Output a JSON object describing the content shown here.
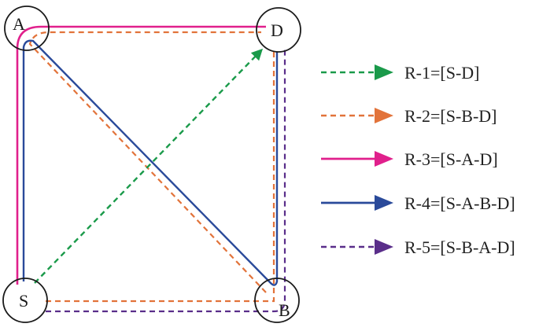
{
  "nodes": {
    "A": "A",
    "D": "D",
    "S": "S",
    "B": "B"
  },
  "routes": [
    {
      "id": "r1",
      "label": "R-1=[S-D]",
      "color": "#1a9a4a",
      "style": "dashed"
    },
    {
      "id": "r2",
      "label": "R-2=[S-B-D]",
      "color": "#e2733a",
      "style": "dashed"
    },
    {
      "id": "r3",
      "label": "R-3=[S-A-D]",
      "color": "#e0208c",
      "style": "solid"
    },
    {
      "id": "r4",
      "label": "R-4=[S-A-B-D]",
      "color": "#2a4a9a",
      "style": "solid"
    },
    {
      "id": "r5",
      "label": "R-5=[S-B-A-D]",
      "color": "#5a2e8a",
      "style": "dashed"
    }
  ]
}
